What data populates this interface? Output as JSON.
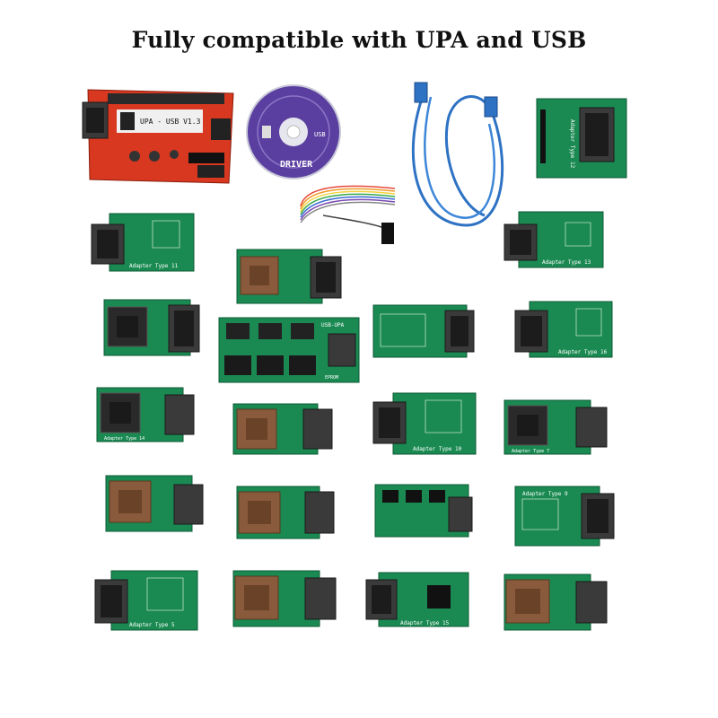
{
  "title": "Fully compatible with UPA and USB",
  "main_board": {
    "label": "UPA - USB V1.3"
  },
  "cd": {
    "label": "DRIVER",
    "brand": "USB"
  },
  "adapters": {
    "type12": "Adapter Type 12",
    "type11": "Adapter Type 11",
    "type13": "Adapter Type 13",
    "type16": "Adapter Type 16",
    "type14": "Adapter Type 14",
    "type10": "Adapter Type 10",
    "type7": "Adapter Type 7",
    "type9": "Adapter Type 9",
    "type5": "Adapter Type 5",
    "type15": "Adapter Type 15",
    "usbupa": "USB-UPA",
    "eprom": "EPROM"
  },
  "colors": {
    "board_red": "#d8381f",
    "pcb_green": "#1a8a52",
    "cable_blue": "#2e72c4",
    "disc_purple": "#5a3fa0"
  }
}
